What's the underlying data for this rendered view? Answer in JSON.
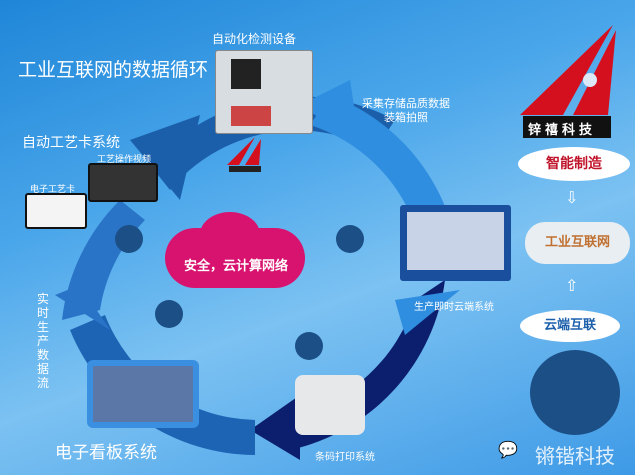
{
  "title": "工业互联网的数据循环",
  "labels": {
    "auto_inspection": "自动化检测设备",
    "collect_line1": "采集存储品质数据",
    "collect_line2": "装箱拍照",
    "auto_card_system": "自动工艺卡系统",
    "process_video": "工艺操作视频",
    "electronic_card": "电子工艺卡",
    "realtime_data": "实时生产数据流",
    "cloud_system": "生产即时云端系统",
    "barcode_system": "条码打印系统",
    "kanban_system": "电子看板系统",
    "center_cloud": "安全，云计算网络"
  },
  "right_panel": {
    "brand": "锌禧科技",
    "smart_mfg": "智能制造",
    "industrial_internet": "工业互联网",
    "cloud_interconnect": "云端互联"
  },
  "watermark": "锵锴科技",
  "colors": {
    "ring_top": "#1b5fab",
    "ring_right": "#2f8ee0",
    "ring_bottom_right": "#0c1f6e",
    "ring_bottom": "#1d64b4",
    "ring_left": "#2a74c8",
    "cloud": "#d8136f",
    "logo_red": "#d4101e"
  }
}
